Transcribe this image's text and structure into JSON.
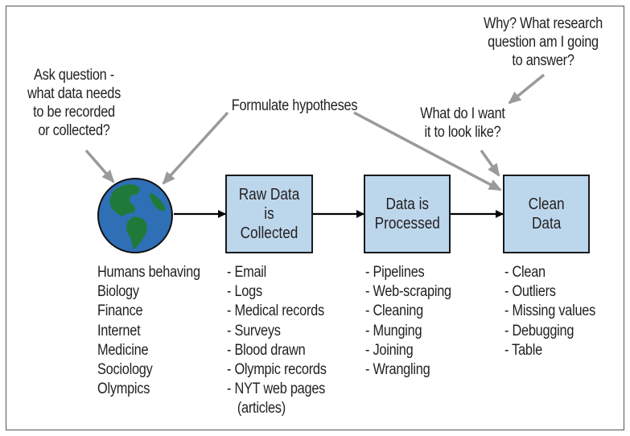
{
  "notes": {
    "ask": "Ask question -\nwhat data needs\nto be recorded\nor collected?",
    "hypotheses": "Formulate hypotheses",
    "why": "Why? What research\nquestion am I going\nto answer?",
    "look": "What do I want\nit to look like?"
  },
  "boxes": {
    "raw": "Raw Data is\nCollected",
    "processed": "Data is\nProcessed",
    "clean": "Clean\nData"
  },
  "lists": {
    "sources": [
      "Humans behaving",
      "Biology",
      "Finance",
      "Internet",
      "Medicine",
      "Sociology",
      "Olympics"
    ],
    "raw": [
      "- Email",
      "- Logs",
      "- Medical records",
      "- Surveys",
      "- Blood drawn",
      "- Olympic records",
      "- NYT web pages",
      "   (articles)"
    ],
    "processed": [
      "- Pipelines",
      "- Web-scraping",
      "- Cleaning",
      "- Munging",
      "- Joining",
      "- Wrangling"
    ],
    "clean": [
      "- Clean",
      "- Outliers",
      "- Missing values",
      "- Debugging",
      "- Table"
    ]
  },
  "colors": {
    "box_fill": "#bcd6ec",
    "ocean": "#2f6fb6",
    "land": "#1f7a3a",
    "callout_arrow": "#9a9a9a",
    "flow_arrow": "#000000"
  },
  "icons": {
    "globe": "earth-globe-icon"
  }
}
